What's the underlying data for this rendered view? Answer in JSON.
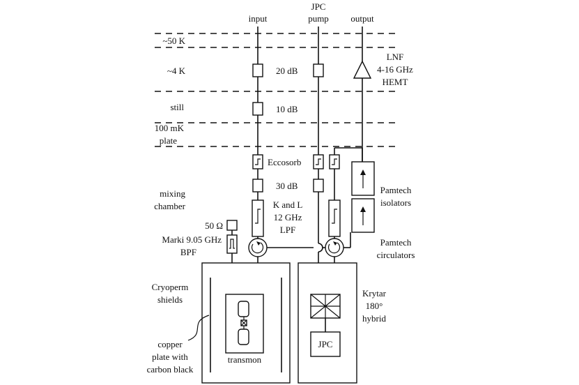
{
  "diagram": {
    "columns": {
      "input": "input",
      "pump_line1": "JPC",
      "pump_line2": "pump",
      "output": "output"
    },
    "stages": {
      "k50": "~50 K",
      "k4": "~4 K",
      "still": "still",
      "mk100_line1": "100 mK",
      "mk100_line2": "plate",
      "mix_line1": "mixing",
      "mix_line2": "chamber"
    },
    "attenuators": {
      "att20": "20 dB",
      "att10": "10 dB",
      "att30": "30 dB"
    },
    "amplifier": {
      "line1": "LNF",
      "line2": "4-16 GHz",
      "line3": "HEMT"
    },
    "filters": {
      "eccosorb": "Eccosorb",
      "lpf_line1": "K and L",
      "lpf_line2": "12 GHz",
      "lpf_line3": "LPF",
      "termination": "50 Ω",
      "bpf_line1": "Marki 9.05 GHz",
      "bpf_line2": "BPF"
    },
    "isolators": {
      "line1": "Pamtech",
      "line2": "isolators"
    },
    "circulators": {
      "line1": "Pamtech",
      "line2": "circulators"
    },
    "shields": {
      "line1": "Cryoperm",
      "line2": "shields"
    },
    "copper": {
      "line1": "copper",
      "line2": "plate with",
      "line3": "carbon black"
    },
    "qubit": "transmon",
    "hybrid": {
      "line1": "Krytar",
      "line2": "180°",
      "line3": "hybrid"
    },
    "jpc": "JPC"
  }
}
